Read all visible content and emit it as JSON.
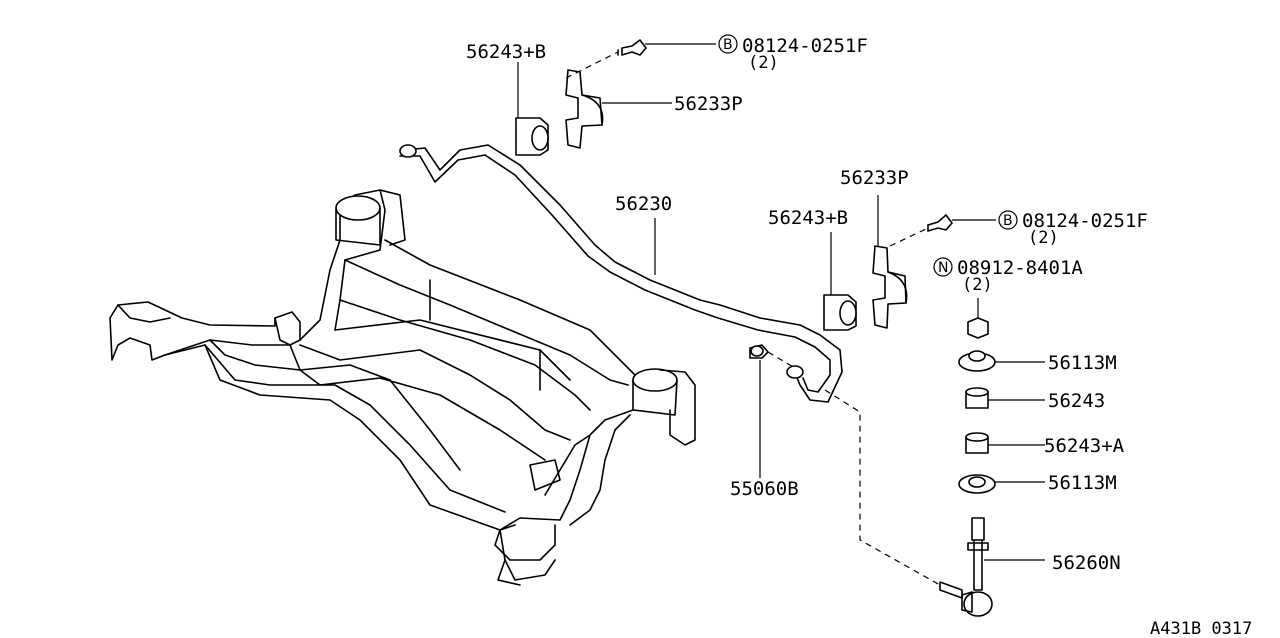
{
  "diagram": {
    "reference": "A431B 0317",
    "labels": {
      "bushing_top": "56243+B",
      "clamp_top": "56233P",
      "bolt_top_code": "08124-0251F",
      "bolt_top_qty": "(2)",
      "bolt_top_prefix": "B",
      "stabilizer_bar": "56230",
      "clamp_right": "56233P",
      "bushing_right": "56243+B",
      "bolt_right_code": "08124-0251F",
      "bolt_right_qty": "(2)",
      "bolt_right_prefix": "B",
      "nut_code": "08912-8401A",
      "nut_qty": "(2)",
      "nut_prefix": "N",
      "washer_upper": "56113M",
      "bushing_upper": "56243",
      "bushing_lower": "56243+A",
      "washer_lower": "56113M",
      "link_rod": "56260N",
      "bushing_small": "55060B"
    }
  }
}
